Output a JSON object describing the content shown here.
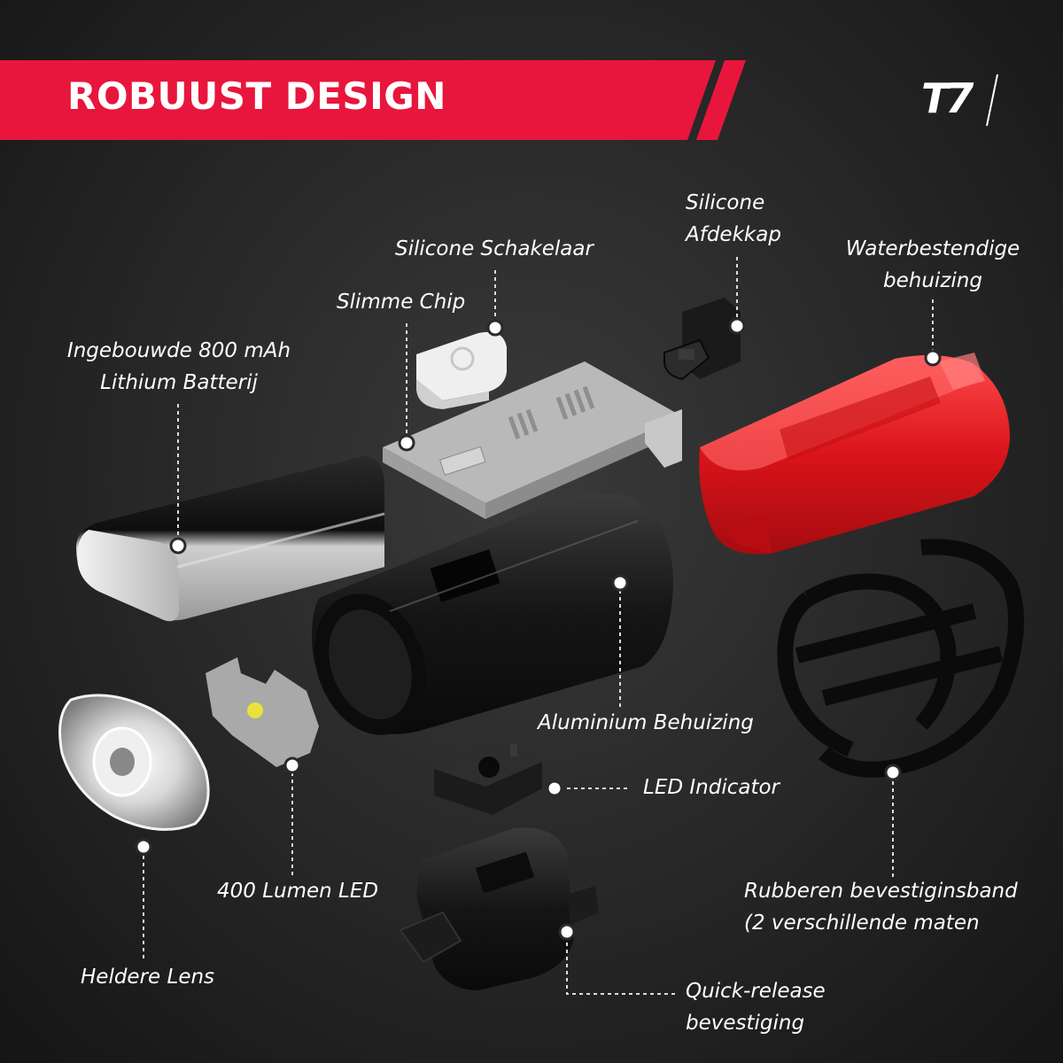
{
  "header": {
    "title": "ROBUUST DESIGN",
    "brand_mark": "T7",
    "accent_color": "#e8163c"
  },
  "parts": {
    "battery": {
      "line1": "Ingebouwde 800 mAh",
      "line2": "Lithium Batterij"
    },
    "chip": {
      "label": "Slimme Chip"
    },
    "switch": {
      "label": "Silicone Schakelaar"
    },
    "cap": {
      "line1": "Silicone",
      "line2": "Afdekkap"
    },
    "waterproof": {
      "line1": "Waterbestendige",
      "line2": "behuizing"
    },
    "aluminium": {
      "label": "Aluminium Behuizing"
    },
    "indicator": {
      "label": "LED Indicator"
    },
    "led": {
      "label": "400 Lumen LED"
    },
    "lens": {
      "label": "Heldere Lens"
    },
    "band": {
      "line1": "Rubberen bevestiginsband",
      "line2": "(2 verschillende maten"
    },
    "quick": {
      "line1": "Quick-release",
      "line2": "bevestiging"
    }
  }
}
